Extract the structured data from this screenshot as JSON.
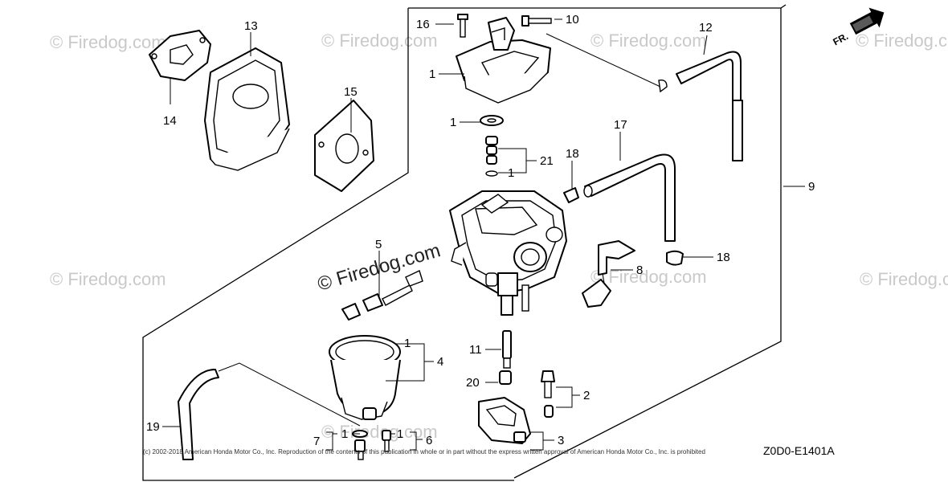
{
  "watermarks": [
    "© Firedog.com",
    "© Firedog.com",
    "© Firedog.com",
    "© Firedog.com",
    "© Firedog.com",
    "© Firedog.com",
    "© Firedog.com",
    "© Firedog.com"
  ],
  "center_watermark": "© Firedog.com",
  "front_indicator": "FR.",
  "callouts": {
    "c13": "13",
    "c14": "14",
    "c15": "15",
    "c16": "16",
    "c10": "10",
    "c12": "12",
    "c1_top": "1",
    "c1_a": "1",
    "c21": "21",
    "c1_b": "1",
    "c18_a": "18",
    "c17": "17",
    "c9": "9",
    "c5": "5",
    "c8": "8",
    "c18_b": "18",
    "c1_bowl": "1",
    "c4": "4",
    "c11": "11",
    "c20": "20",
    "c2": "2",
    "c19": "19",
    "c7": "7",
    "c1_c": "1",
    "c1_d": "1",
    "c6": "6",
    "c3": "3"
  },
  "copyright": "(c) 2002-2018 American Honda Motor Co., Inc. Reproduction of the contents of this publication in whole or in part without the express written approval of American Honda Motor Co., Inc. is prohibited",
  "diagram_code": "Z0D0-E1401A"
}
